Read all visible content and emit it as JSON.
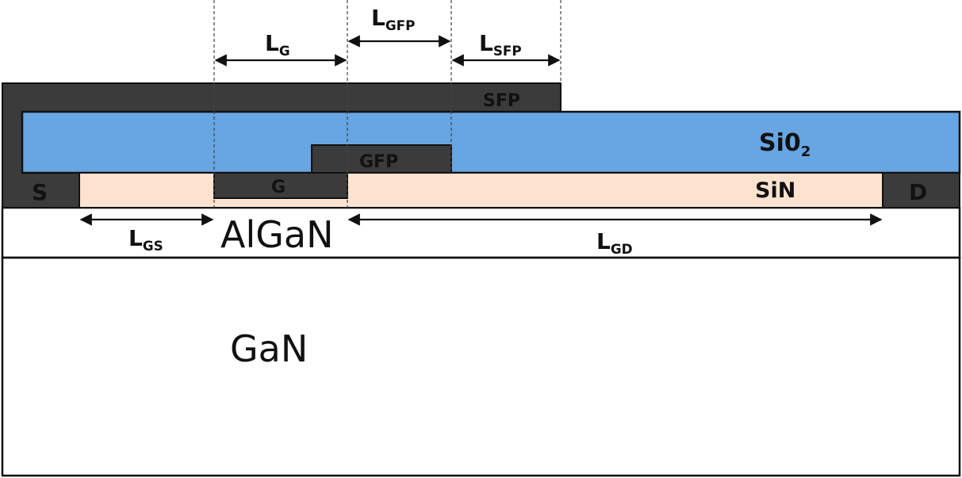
{
  "colors": {
    "metal": "#3b3b3b",
    "sio2": "#67a5e3",
    "sin": "#fde3cf",
    "background": "#ffffff",
    "line": "#111111"
  },
  "layers": {
    "gan": "GaN",
    "algan": "AlGaN",
    "sin": "SiN",
    "sio2_main": "Si0",
    "sio2_sub": "2"
  },
  "electrodes": {
    "source": "S",
    "drain": "D",
    "gate": "G",
    "gate_field_plate": "GFP",
    "source_field_plate": "SFP"
  },
  "dimensions": {
    "lg": {
      "main": "L",
      "sub": "G"
    },
    "lgfp": {
      "main": "L",
      "sub": "GFP"
    },
    "lsfp": {
      "main": "L",
      "sub": "SFP"
    },
    "lgs": {
      "main": "L",
      "sub": "GS"
    },
    "lgd": {
      "main": "L",
      "sub": "GD"
    }
  }
}
